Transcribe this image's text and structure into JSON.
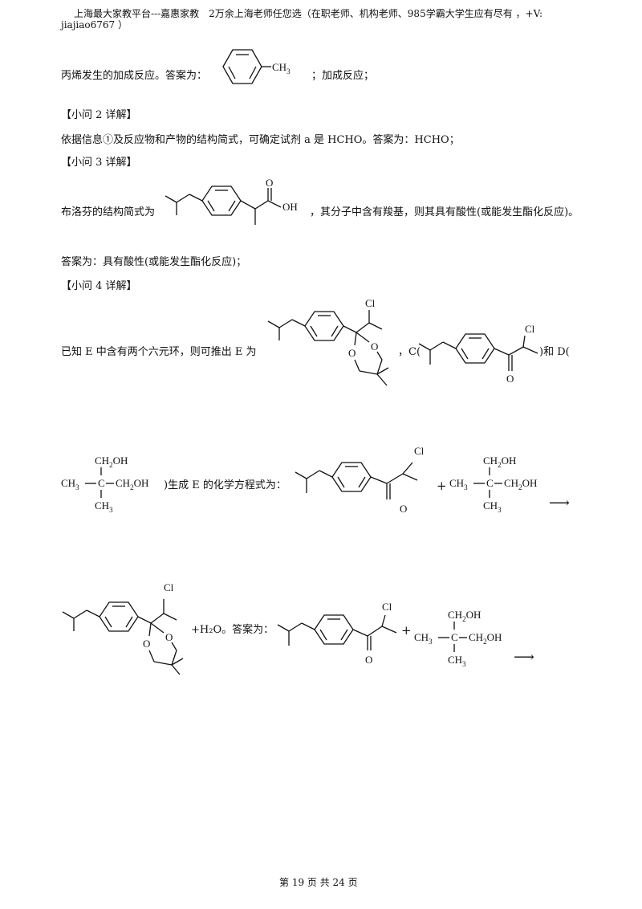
{
  "header": {
    "line1": "上海最大家教平台---嘉惠家教　2万余上海老师任您选（在职老师、机构老师、985学霸大学生应有尽有 ，+V:",
    "line2": "jiajiao6767 ）"
  },
  "q1": {
    "prefix": "丙烯发生的加成反应。答案为：",
    "suffix": "；加成反应；",
    "methyl": "CH",
    "methyl_sub": "3"
  },
  "q2": {
    "heading": "【小问 2 详解】",
    "text": "依据信息①及反应物和产物的结构简式，可确定试剂 a 是 HCHO。答案为：HCHO；"
  },
  "q3": {
    "heading": "【小问 3 详解】",
    "prefix": "布洛芬的结构简式为",
    "suffix": "，其分子中含有羧基，则其具有酸性(或能发生酯化反应)。",
    "answer": "答案为：具有酸性(或能发生酯化反应)；",
    "o_label": "O",
    "oh_label": "OH"
  },
  "q4": {
    "heading": "【小问 4 详解】",
    "prefix": "已知 E 中含有两个六元环，则可推出 E 为",
    "mid": "，C(",
    "suffix": ")和 D(",
    "cl_label": "Cl",
    "o_label": "O",
    "eq_text": ")生成 E 的化学方程式为：",
    "plus": "+",
    "arrow": "⟶",
    "water": "+H₂O。答案为：",
    "diol": {
      "top": "CH",
      "top_sub": "2",
      "top_tail": "OH",
      "left": "CH",
      "left_sub": "3",
      "center": "C",
      "right": "CH",
      "right_sub": "2",
      "right_tail": "OH",
      "bottom": "CH",
      "bottom_sub": "3"
    }
  },
  "footer": {
    "page": "第 19 页 共 24 页"
  }
}
